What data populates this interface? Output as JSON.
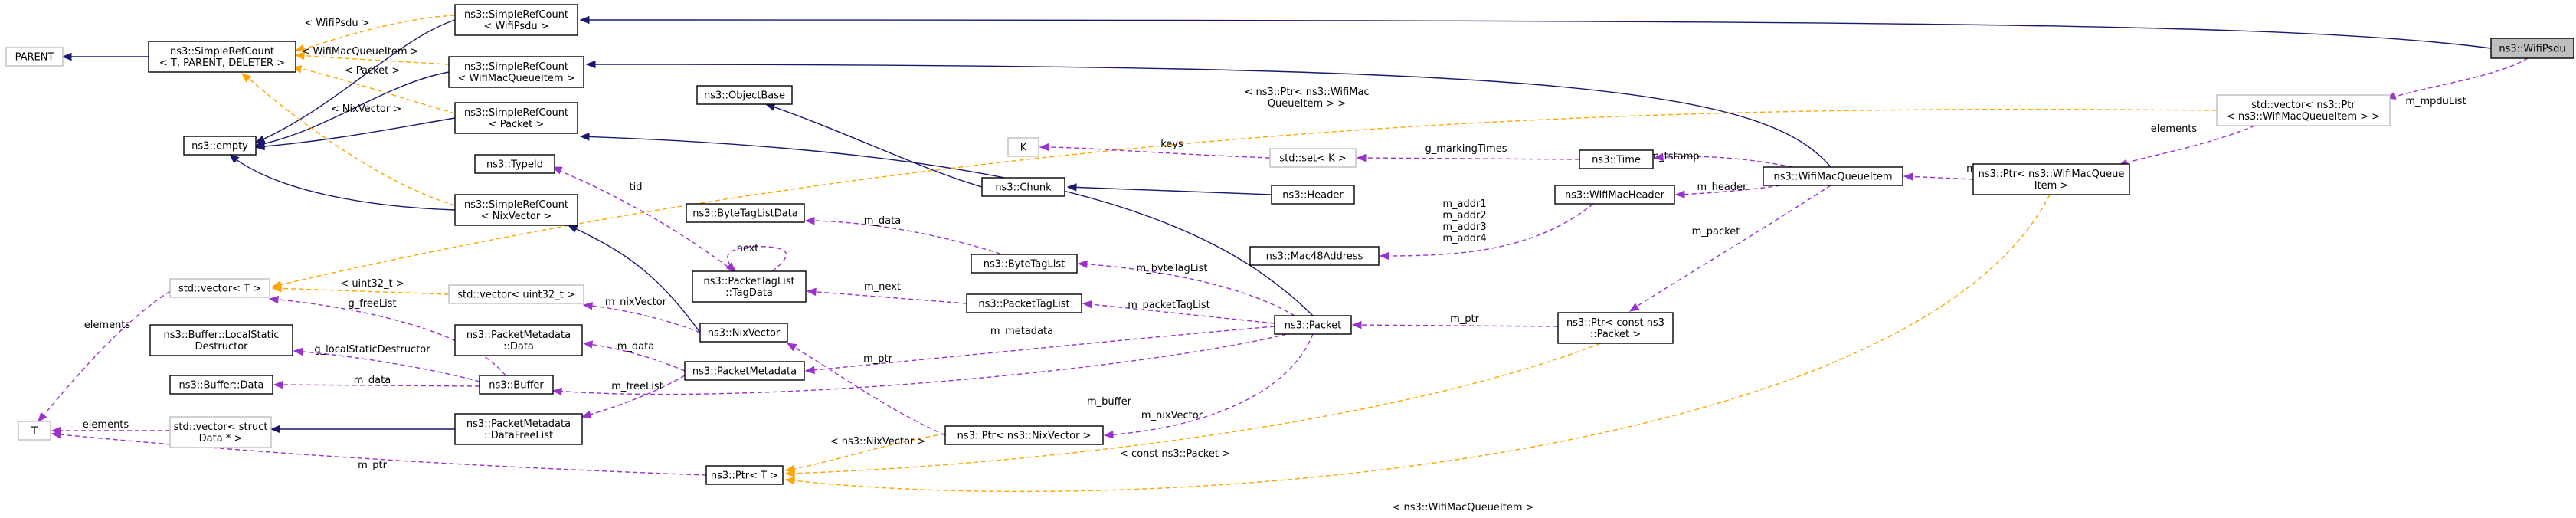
{
  "nodes": [
    {
      "id": "wifipsdu",
      "lines": [
        "ns3::WifiPsdu"
      ],
      "style": "focus"
    },
    {
      "id": "parent",
      "lines": [
        "PARENT"
      ],
      "style": "tmpl"
    },
    {
      "id": "simplerefcount_tpl",
      "lines": [
        "ns3::SimpleRefCount",
        "< T, PARENT, DELETER >"
      ],
      "style": "solid"
    },
    {
      "id": "src_wifipsdu",
      "lines": [
        "ns3::SimpleRefCount",
        "< WifiPsdu >"
      ],
      "style": "solid"
    },
    {
      "id": "src_wmqi",
      "lines": [
        "ns3::SimpleRefCount",
        "< WifiMacQueueItem >"
      ],
      "style": "solid"
    },
    {
      "id": "src_packet",
      "lines": [
        "ns3::SimpleRefCount",
        "< Packet >"
      ],
      "style": "solid"
    },
    {
      "id": "empty",
      "lines": [
        "ns3::empty"
      ],
      "style": "solid"
    },
    {
      "id": "typeid",
      "lines": [
        "ns3::TypeId"
      ],
      "style": "solid"
    },
    {
      "id": "src_nixvector",
      "lines": [
        "ns3::SimpleRefCount",
        "< NixVector >"
      ],
      "style": "solid"
    },
    {
      "id": "objectbase",
      "lines": [
        "ns3::ObjectBase"
      ],
      "style": "solid"
    },
    {
      "id": "bytetaglistdata",
      "lines": [
        "ns3::ByteTagListData"
      ],
      "style": "solid"
    },
    {
      "id": "tagdata",
      "lines": [
        "ns3::PacketTagList",
        "::TagData"
      ],
      "style": "solid"
    },
    {
      "id": "vector_t",
      "lines": [
        "std::vector< T >"
      ],
      "style": "tmpl"
    },
    {
      "id": "vector_uint32",
      "lines": [
        "std::vector< uint32_t >"
      ],
      "style": "tmpl"
    },
    {
      "id": "localstaticdestructor",
      "lines": [
        "ns3::Buffer::LocalStatic",
        "Destructor"
      ],
      "style": "solid"
    },
    {
      "id": "buffer_data",
      "lines": [
        "ns3::Buffer::Data"
      ],
      "style": "solid"
    },
    {
      "id": "t",
      "lines": [
        "T"
      ],
      "style": "tmpl"
    },
    {
      "id": "vector_struct",
      "lines": [
        "std::vector< struct",
        "Data * >"
      ],
      "style": "tmpl"
    },
    {
      "id": "pm_data",
      "lines": [
        "ns3::PacketMetadata",
        "::Data"
      ],
      "style": "solid"
    },
    {
      "id": "buffer",
      "lines": [
        "ns3::Buffer"
      ],
      "style": "solid"
    },
    {
      "id": "datafreelist",
      "lines": [
        "ns3::PacketMetadata",
        "::DataFreeList"
      ],
      "style": "solid"
    },
    {
      "id": "nixvector",
      "lines": [
        "ns3::NixVector"
      ],
      "style": "solid"
    },
    {
      "id": "packetmetadata",
      "lines": [
        "ns3::PacketMetadata"
      ],
      "style": "solid"
    },
    {
      "id": "k",
      "lines": [
        "K"
      ],
      "style": "tmpl"
    },
    {
      "id": "chunk",
      "lines": [
        "ns3::Chunk"
      ],
      "style": "solid"
    },
    {
      "id": "bytetaglist",
      "lines": [
        "ns3::ByteTagList"
      ],
      "style": "solid"
    },
    {
      "id": "packettaglist",
      "lines": [
        "ns3::PacketTagList"
      ],
      "style": "solid"
    },
    {
      "id": "set_k",
      "lines": [
        "std::set< K >"
      ],
      "style": "tmpl"
    },
    {
      "id": "header",
      "lines": [
        "ns3::Header"
      ],
      "style": "solid"
    },
    {
      "id": "mac48",
      "lines": [
        "ns3::Mac48Address"
      ],
      "style": "solid"
    },
    {
      "id": "packet",
      "lines": [
        "ns3::Packet"
      ],
      "style": "solid"
    },
    {
      "id": "ptr_nixvector",
      "lines": [
        "ns3::Ptr< ns3::NixVector >"
      ],
      "style": "solid"
    },
    {
      "id": "ptr_t",
      "lines": [
        "ns3::Ptr< T >"
      ],
      "style": "solid"
    },
    {
      "id": "time",
      "lines": [
        "ns3::Time"
      ],
      "style": "solid"
    },
    {
      "id": "wifimacheader",
      "lines": [
        "ns3::WifiMacHeader"
      ],
      "style": "solid"
    },
    {
      "id": "wifimacqueueitem",
      "lines": [
        "ns3::WifiMacQueueItem"
      ],
      "style": "solid"
    },
    {
      "id": "ptr_const_packet",
      "lines": [
        "ns3::Ptr< const ns3",
        "::Packet >"
      ],
      "style": "solid"
    },
    {
      "id": "vector_ptr_wmqi",
      "lines": [
        "std::vector< ns3::Ptr",
        "< ns3::WifiMacQueueItem > >"
      ],
      "style": "tmpl"
    },
    {
      "id": "ptr_wmqi",
      "lines": [
        "ns3::Ptr< ns3::WifiMacQueue",
        "Item >"
      ],
      "style": "solid"
    }
  ],
  "edge_labels": {
    "wifipsdu_tpl": "< WifiPsdu >",
    "wmqi_tpl": "< WifiMacQueueItem >",
    "packet_tpl": "< Packet >",
    "nixvector_tpl": "< NixVector >",
    "ptr_wmqi_tpl_1": "< ns3::Ptr< ns3::WifiMac",
    "ptr_wmqi_tpl_2": "QueueItem > >",
    "uint32_tpl": "< uint32_t >",
    "ptr_nixvector_tpl": "< ns3::NixVector >",
    "ptr_const_packet_tpl": "< const ns3::Packet >",
    "ptr_wmqi_t_tpl": "< ns3::WifiMacQueueItem >",
    "m_mpdulist": "m_mpduList",
    "elements_vec": "elements",
    "m_ptr_wmqi": "m_ptr",
    "m_tstamp": "m_tstamp",
    "m_header": "m_header",
    "m_packet": "m_packet",
    "g_markingtimes": "g_markingTimes",
    "keys": "keys",
    "m_addr_1": "m_addr1",
    "m_addr_2": "m_addr2",
    "m_addr_3": "m_addr3",
    "m_addr_4": "m_addr4",
    "m_ptr_packet": "m_ptr",
    "m_data_btl": "m_data",
    "m_bytetaglist": "m_byteTagList",
    "next": "next",
    "tid": "tid",
    "m_next": "m_next",
    "m_packettaglist": "m_packetTagList",
    "m_nixvector_1": "m_nixVector",
    "m_nixvector_2": "m_nixVector",
    "m_metadata": "m_metadata",
    "m_data_pm": "m_data",
    "m_ptr_nix": "m_ptr",
    "m_buffer": "m_buffer",
    "m_freelist": "m_freeList",
    "g_freelist": "g_freeList",
    "g_localstaticdestructor": "g_localStaticDestructor",
    "m_data_buf": "m_data",
    "elements_t": "elements",
    "elements_struct": "elements",
    "m_ptr_t": "m_ptr"
  }
}
